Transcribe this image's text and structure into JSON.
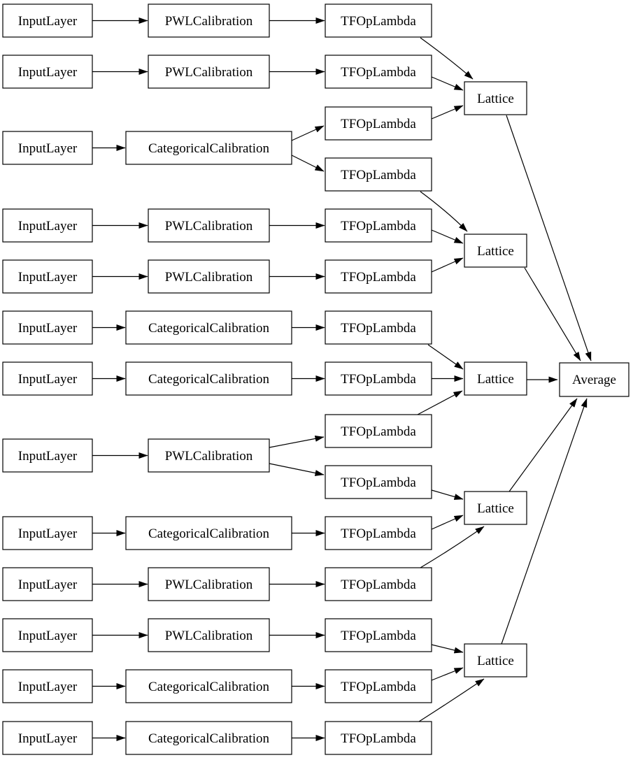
{
  "diagram": {
    "kind": "keras-model-architecture-graph",
    "background_color": "#ffffff",
    "node_fill_color": "#ffffff",
    "node_border_color": "#000000",
    "text_color": "#000000",
    "edge_color": "#000000",
    "nodes": {
      "inputs": [
        {
          "id": "input_1",
          "label": "InputLayer"
        },
        {
          "id": "input_2",
          "label": "InputLayer"
        },
        {
          "id": "input_3",
          "label": "InputLayer"
        },
        {
          "id": "input_4",
          "label": "InputLayer"
        },
        {
          "id": "input_5",
          "label": "InputLayer"
        },
        {
          "id": "input_6",
          "label": "InputLayer"
        },
        {
          "id": "input_7",
          "label": "InputLayer"
        },
        {
          "id": "input_8",
          "label": "InputLayer"
        },
        {
          "id": "input_9",
          "label": "InputLayer"
        },
        {
          "id": "input_10",
          "label": "InputLayer"
        },
        {
          "id": "input_11",
          "label": "InputLayer"
        },
        {
          "id": "input_12",
          "label": "InputLayer"
        },
        {
          "id": "input_13",
          "label": "InputLayer"
        }
      ],
      "calibrations": [
        {
          "id": "calibration_1",
          "label": "PWLCalibration"
        },
        {
          "id": "calibration_2",
          "label": "PWLCalibration"
        },
        {
          "id": "calibration_3",
          "label": "CategoricalCalibration"
        },
        {
          "id": "calibration_4",
          "label": "PWLCalibration"
        },
        {
          "id": "calibration_5",
          "label": "PWLCalibration"
        },
        {
          "id": "calibration_6",
          "label": "CategoricalCalibration"
        },
        {
          "id": "calibration_7",
          "label": "CategoricalCalibration"
        },
        {
          "id": "calibration_8",
          "label": "PWLCalibration"
        },
        {
          "id": "calibration_9",
          "label": "CategoricalCalibration"
        },
        {
          "id": "calibration_10",
          "label": "PWLCalibration"
        },
        {
          "id": "calibration_11",
          "label": "PWLCalibration"
        },
        {
          "id": "calibration_12",
          "label": "CategoricalCalibration"
        },
        {
          "id": "calibration_13",
          "label": "CategoricalCalibration"
        }
      ],
      "lambdas": [
        {
          "id": "tfop_lambda_1",
          "label": "TFOpLambda"
        },
        {
          "id": "tfop_lambda_2",
          "label": "TFOpLambda"
        },
        {
          "id": "tfop_lambda_3",
          "label": "TFOpLambda"
        },
        {
          "id": "tfop_lambda_4",
          "label": "TFOpLambda"
        },
        {
          "id": "tfop_lambda_5",
          "label": "TFOpLambda"
        },
        {
          "id": "tfop_lambda_6",
          "label": "TFOpLambda"
        },
        {
          "id": "tfop_lambda_7",
          "label": "TFOpLambda"
        },
        {
          "id": "tfop_lambda_8",
          "label": "TFOpLambda"
        },
        {
          "id": "tfop_lambda_9",
          "label": "TFOpLambda"
        },
        {
          "id": "tfop_lambda_10",
          "label": "TFOpLambda"
        },
        {
          "id": "tfop_lambda_11",
          "label": "TFOpLambda"
        },
        {
          "id": "tfop_lambda_12",
          "label": "TFOpLambda"
        },
        {
          "id": "tfop_lambda_13",
          "label": "TFOpLambda"
        },
        {
          "id": "tfop_lambda_14",
          "label": "TFOpLambda"
        },
        {
          "id": "tfop_lambda_15",
          "label": "TFOpLambda"
        }
      ],
      "lattices": [
        {
          "id": "lattice_1",
          "label": "Lattice"
        },
        {
          "id": "lattice_2",
          "label": "Lattice"
        },
        {
          "id": "lattice_3",
          "label": "Lattice"
        },
        {
          "id": "lattice_4",
          "label": "Lattice"
        },
        {
          "id": "lattice_5",
          "label": "Lattice"
        }
      ],
      "output": {
        "id": "average",
        "label": "Average"
      }
    },
    "edges": [
      "input_1 -> calibration_1",
      "input_2 -> calibration_2",
      "input_3 -> calibration_3",
      "input_4 -> calibration_4",
      "input_5 -> calibration_5",
      "input_6 -> calibration_6",
      "input_7 -> calibration_7",
      "input_8 -> calibration_8",
      "input_9 -> calibration_9",
      "input_10 -> calibration_10",
      "input_11 -> calibration_11",
      "input_12 -> calibration_12",
      "input_13 -> calibration_13",
      "calibration_1 -> tfop_lambda_1",
      "calibration_2 -> tfop_lambda_2",
      "calibration_3 -> tfop_lambda_3",
      "calibration_3 -> tfop_lambda_4",
      "calibration_4 -> tfop_lambda_5",
      "calibration_5 -> tfop_lambda_6",
      "calibration_6 -> tfop_lambda_7",
      "calibration_7 -> tfop_lambda_8",
      "calibration_8 -> tfop_lambda_9",
      "calibration_8 -> tfop_lambda_10",
      "calibration_9 -> tfop_lambda_11",
      "calibration_10 -> tfop_lambda_12",
      "calibration_11 -> tfop_lambda_13",
      "calibration_12 -> tfop_lambda_14",
      "calibration_13 -> tfop_lambda_15",
      "tfop_lambda_1 -> lattice_1",
      "tfop_lambda_2 -> lattice_1",
      "tfop_lambda_3 -> lattice_1",
      "tfop_lambda_4 -> lattice_2",
      "tfop_lambda_5 -> lattice_2",
      "tfop_lambda_6 -> lattice_2",
      "tfop_lambda_7 -> lattice_3",
      "tfop_lambda_8 -> lattice_3",
      "tfop_lambda_9 -> lattice_3",
      "tfop_lambda_10 -> lattice_4",
      "tfop_lambda_11 -> lattice_4",
      "tfop_lambda_12 -> lattice_4",
      "tfop_lambda_13 -> lattice_5",
      "tfop_lambda_14 -> lattice_5",
      "tfop_lambda_15 -> lattice_5",
      "lattice_1 -> average",
      "lattice_2 -> average",
      "lattice_3 -> average",
      "lattice_4 -> average",
      "lattice_5 -> average"
    ]
  }
}
